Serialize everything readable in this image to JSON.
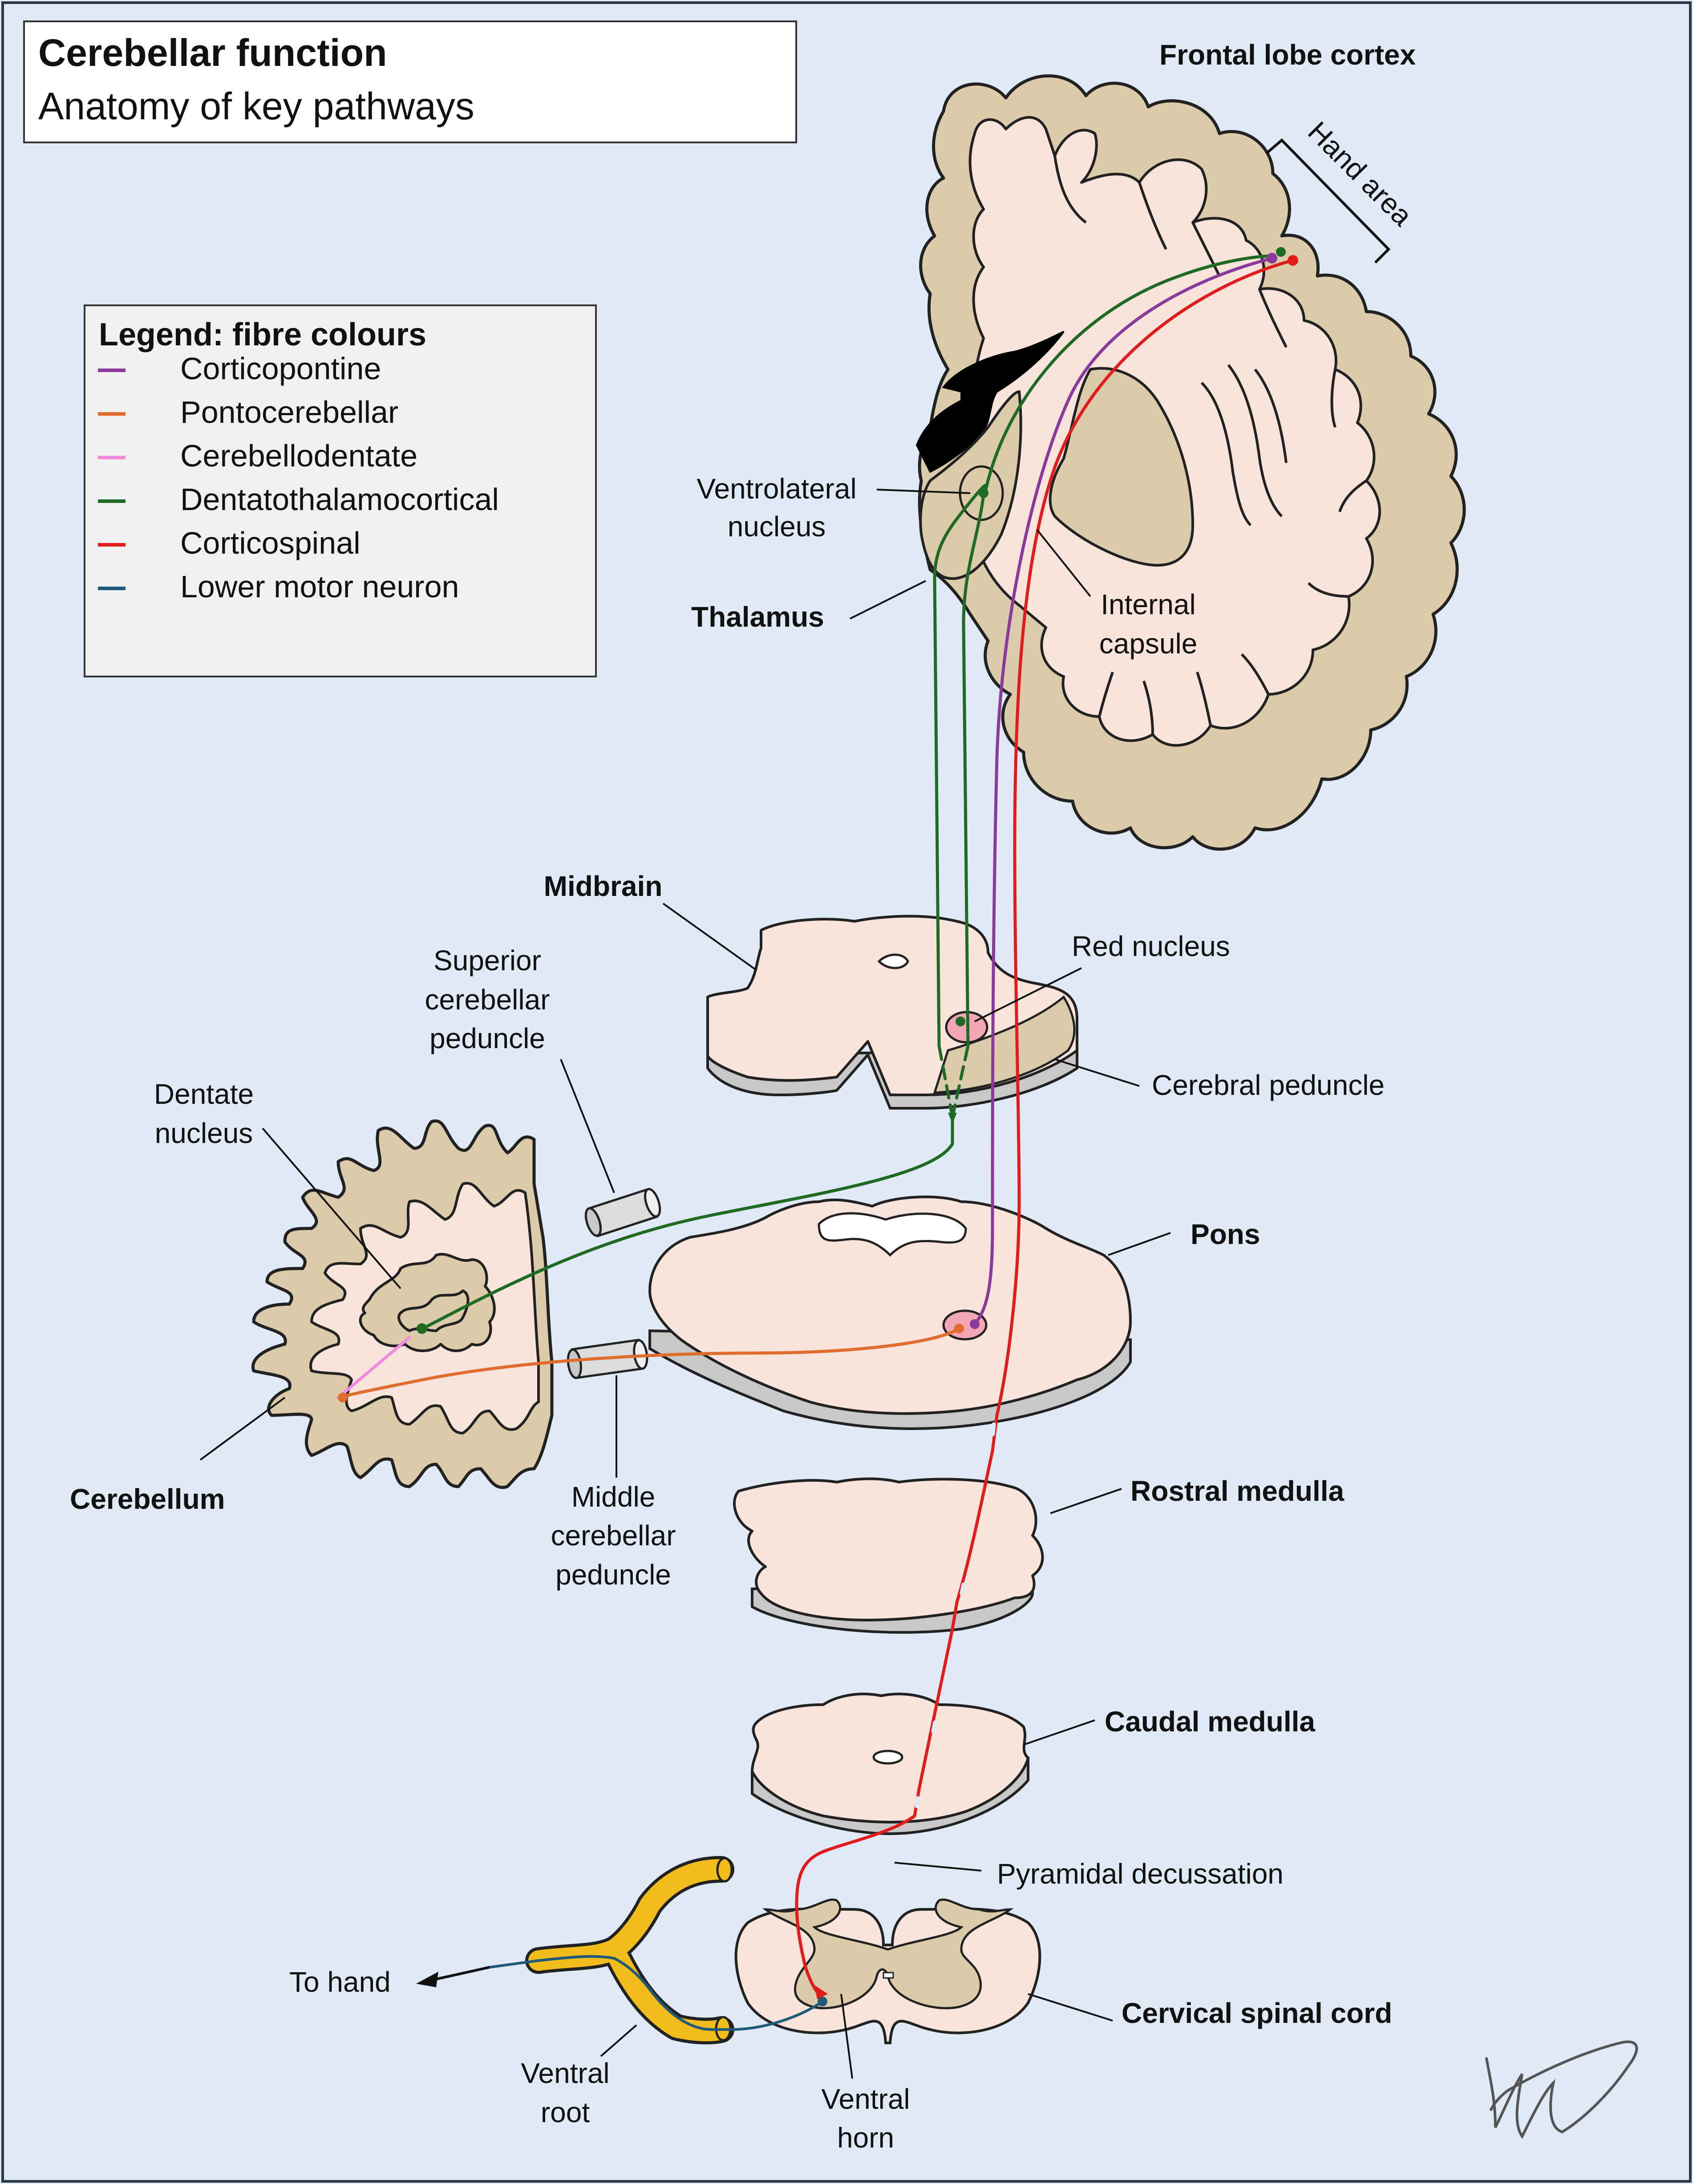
{
  "title": {
    "main": "Cerebellar function",
    "sub": "Anatomy of key pathways"
  },
  "legend": {
    "heading": "Legend: fibre colours",
    "items": [
      {
        "label": "Corticopontine",
        "color": "#8a3a9a"
      },
      {
        "label": "Pontocerebellar",
        "color": "#e06c2e"
      },
      {
        "label": "Cerebellodentate",
        "color": "#f08be0"
      },
      {
        "label": "Dentatothalamocortical",
        "color": "#1f6b23"
      },
      {
        "label": "Corticospinal",
        "color": "#e01c1c"
      },
      {
        "label": "Lower motor neuron",
        "color": "#1f5a7a"
      }
    ]
  },
  "labels": {
    "frontal_lobe": "Frontal lobe cortex",
    "hand_area": "Hand area",
    "ventrolateral_1": "Ventrolateral",
    "ventrolateral_2": "nucleus",
    "thalamus": "Thalamus",
    "internal_capsule_1": "Internal",
    "internal_capsule_2": "capsule",
    "midbrain": "Midbrain",
    "superior_1": "Superior",
    "superior_2": "cerebellar",
    "superior_3": "peduncle",
    "red_nucleus": "Red nucleus",
    "cerebral_peduncle": "Cerebral peduncle",
    "dentate_1": "Dentate",
    "dentate_2": "nucleus",
    "pons": "Pons",
    "cerebellum": "Cerebellum",
    "middle_1": "Middle",
    "middle_2": "cerebellar",
    "middle_3": "peduncle",
    "rostral_medulla": "Rostral medulla",
    "caudal_medulla": "Caudal medulla",
    "pyramidal_decussation": "Pyramidal decussation",
    "to_hand": "To hand",
    "cervical_cord": "Cervical spinal cord",
    "ventral_root_1": "Ventral",
    "ventral_root_2": "root",
    "ventral_horn_1": "Ventral",
    "ventral_horn_2": "horn"
  },
  "colors": {
    "background": "#dfeaf6",
    "tissue_light": "#f9e4dc",
    "tissue_dark": "#dccbaa",
    "slice_edge": "#c8c8c8",
    "nerve_root": "#f2bd1a"
  }
}
